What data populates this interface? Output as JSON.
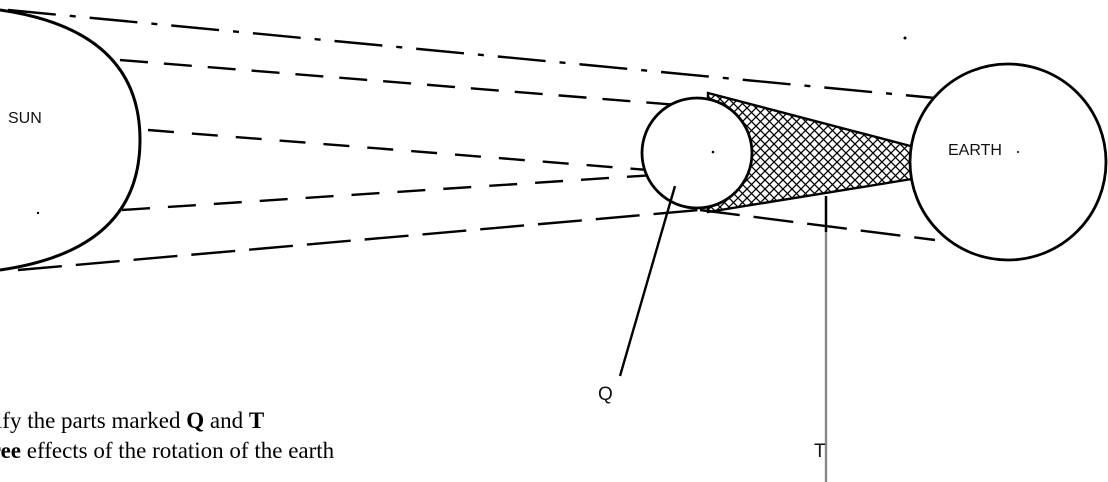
{
  "diagram": {
    "labels": {
      "sun": "SUN",
      "earth": "EARTH",
      "q": "Q",
      "t": "T"
    }
  },
  "question": {
    "line1": {
      "prefix": "ntify the parts marked ",
      "q": "Q",
      "middle": " and ",
      "t": "T"
    },
    "line2": {
      "bold": "hree",
      "rest": " effects of the rotation of the earth"
    }
  }
}
